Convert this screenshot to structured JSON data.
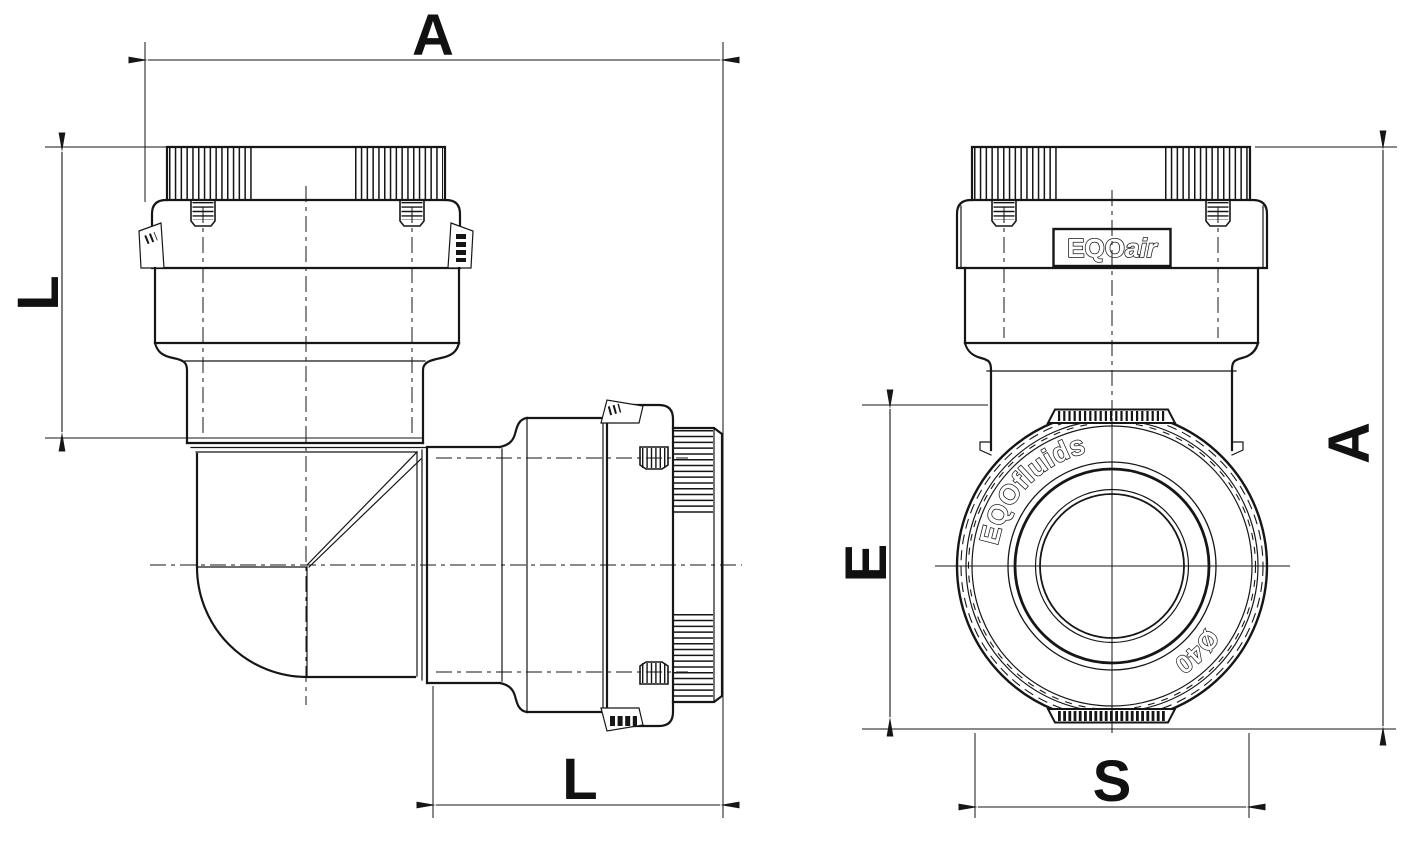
{
  "page": {
    "background": "#ffffff",
    "ink": "#161616",
    "description_labels_only": "2-view technical drawing of push-fit 90-degree elbow fitting"
  },
  "labels": {
    "side_width": "A",
    "side_height": "L",
    "side_socket": "L",
    "front_height": "A",
    "front_diameter": "E",
    "front_flats": "S"
  },
  "markings": {
    "cap_brand": "EQO",
    "cap_series": "air",
    "ring_brand": "EQOfluids",
    "size": "Ø40"
  }
}
